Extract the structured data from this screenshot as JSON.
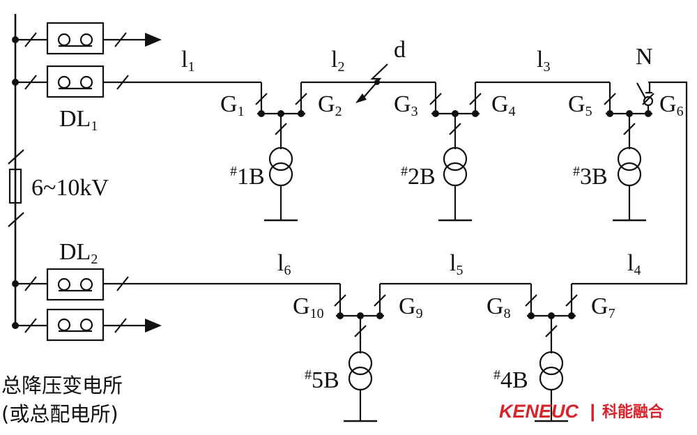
{
  "labels": {
    "dl1_main": "DL",
    "dl1_sub": "1",
    "dl2_main": "DL",
    "dl2_sub": "2",
    "voltage": "6~10kV",
    "l1_main": "l",
    "l1_sub": "1",
    "l2_main": "l",
    "l2_sub": "2",
    "l3_main": "l",
    "l3_sub": "3",
    "l4_main": "l",
    "l4_sub": "4",
    "l5_main": "l",
    "l5_sub": "5",
    "l6_main": "l",
    "l6_sub": "6",
    "fault": "d",
    "open_point": "N",
    "g1_main": "G",
    "g1_sub": "1",
    "g2_main": "G",
    "g2_sub": "2",
    "g3_main": "G",
    "g3_sub": "3",
    "g4_main": "G",
    "g4_sub": "4",
    "g5_main": "G",
    "g5_sub": "5",
    "g6_main": "G",
    "g6_sub": "6",
    "g7_main": "G",
    "g7_sub": "7",
    "g8_main": "G",
    "g8_sub": "8",
    "g9_main": "G",
    "g9_sub": "9",
    "g10_main": "G",
    "g10_sub": "10",
    "t1_sup": "#",
    "t1_main": "1B",
    "t2_sup": "#",
    "t2_main": "2B",
    "t3_sup": "#",
    "t3_main": "3B",
    "t4_sup": "#",
    "t4_main": "4B",
    "t5_sup": "#",
    "t5_main": "5B",
    "caption_line1": "总降压变电所",
    "caption_line2": "(或总配电所)"
  },
  "watermark": {
    "latin": "KENEUC",
    "separator": "|",
    "cjk": "科能融合",
    "color": "#d8232a"
  }
}
